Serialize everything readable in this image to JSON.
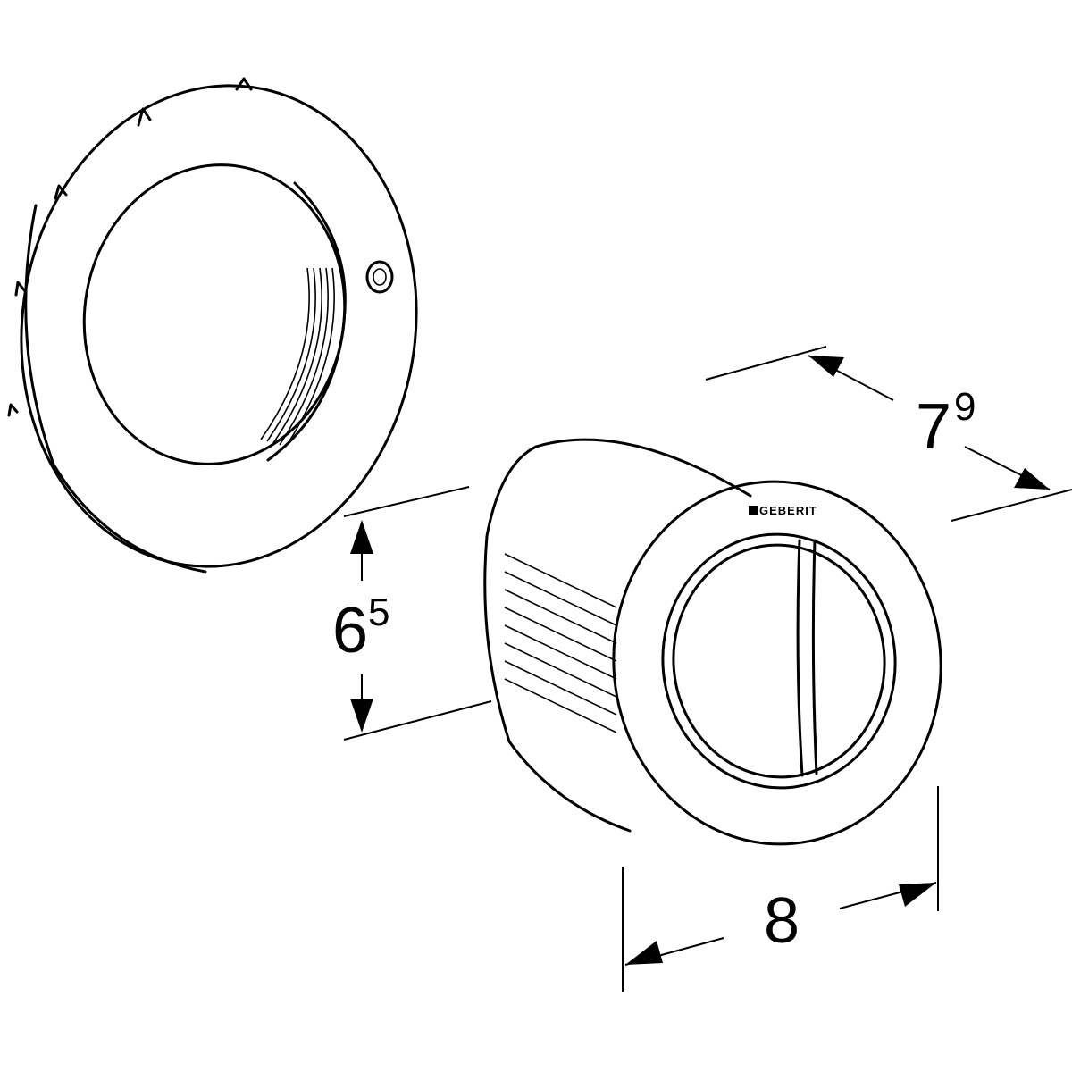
{
  "drawing": {
    "brand_logo": "GEBERIT",
    "dimensions": {
      "height": {
        "main": "6",
        "sup": "5"
      },
      "depth": {
        "main": "7",
        "sup": "9"
      },
      "width": {
        "main": "8"
      }
    }
  }
}
